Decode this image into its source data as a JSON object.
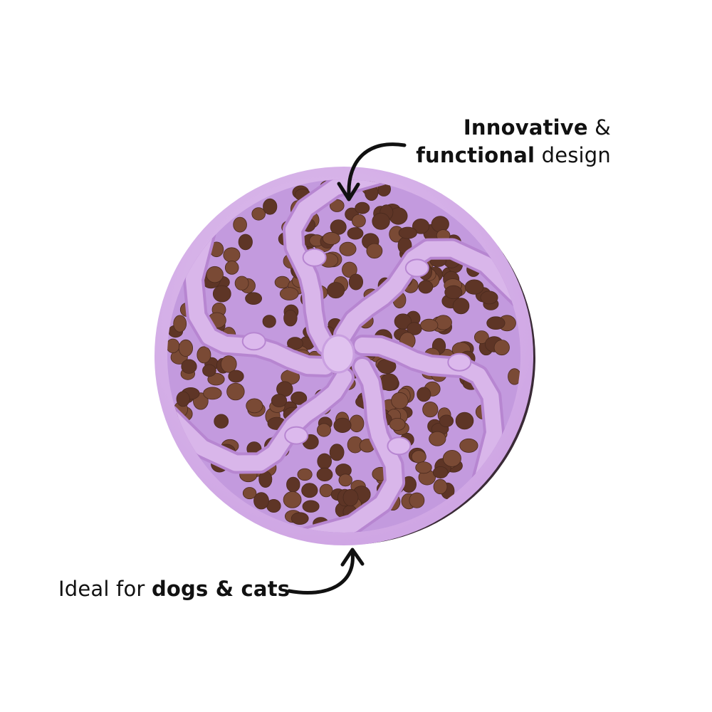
{
  "callouts": {
    "top": {
      "line1_bold": "Innovative",
      "line1_rest": " &",
      "line2_bold": "functional",
      "line2_rest": " design"
    },
    "bottom": {
      "lead": "Ideal for ",
      "bold": "dogs & cats"
    }
  },
  "colors": {
    "bowl_rim": "#d9b6ea",
    "bowl_fill": "#c89ae0",
    "bowl_shadow": "#b786d1",
    "bowl_base": "#3a2a36",
    "kibble": "#7a4a35",
    "kibble_dark": "#5e3526",
    "text": "#111111"
  },
  "icons": [
    "arrow-curved-down-icon",
    "arrow-curved-up-icon"
  ]
}
